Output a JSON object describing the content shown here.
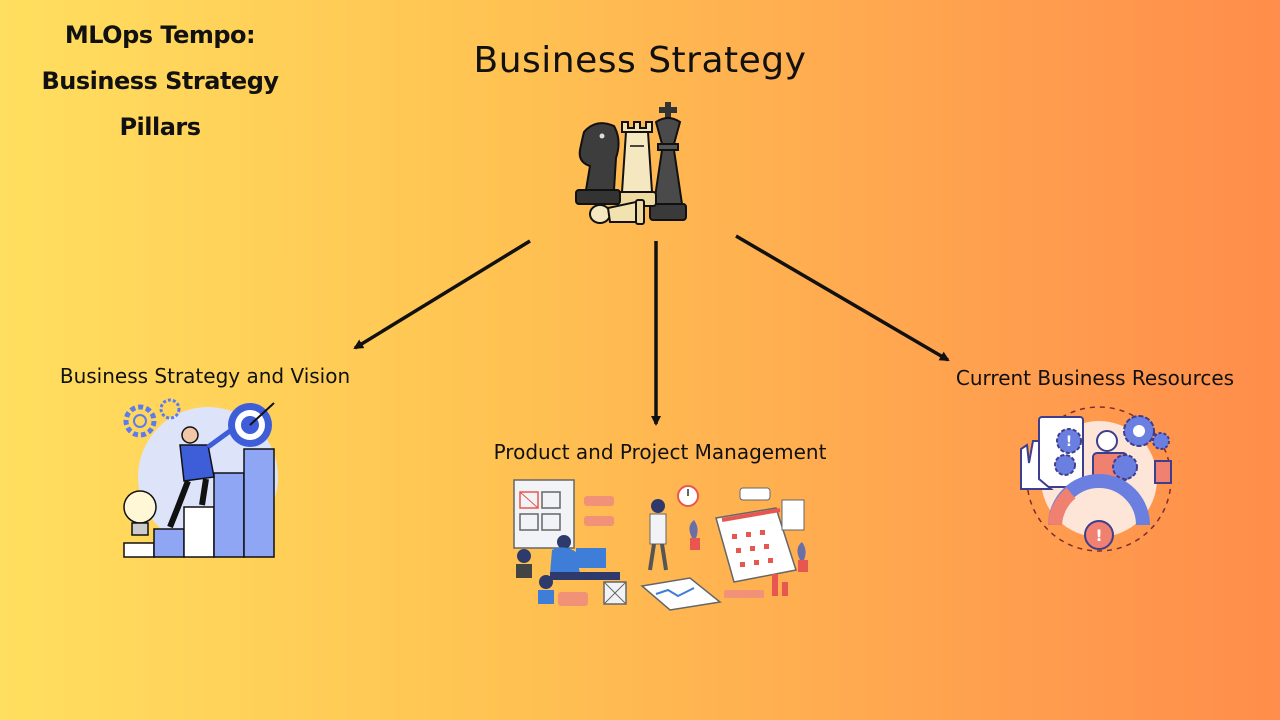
{
  "corner_title": {
    "line1": "MLOps Tempo:",
    "line2": "Business Strategy",
    "line3": "Pillars"
  },
  "diagram": {
    "root": {
      "label": "Business Strategy",
      "icon": "chess-pieces-icon"
    },
    "pillars": [
      {
        "label": "Business Strategy and Vision",
        "icon": "growth-target-icon"
      },
      {
        "label": "Product and Project Management",
        "icon": "team-planning-icon"
      },
      {
        "label": "Current Business Resources",
        "icon": "resources-gears-icon"
      }
    ]
  },
  "colors": {
    "gradient_left": "#FFDF5F",
    "gradient_right": "#FF8D4B",
    "illustration_blue": "#5B7BF0",
    "accent_red": "#E8574F"
  }
}
